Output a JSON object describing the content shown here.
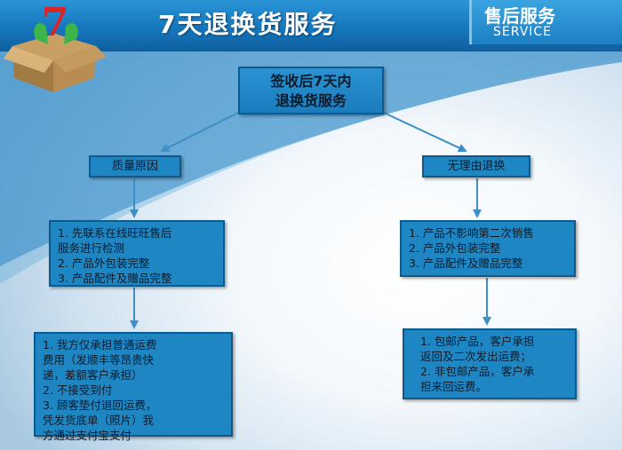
{
  "header": {
    "title": "7天退换货服务",
    "service_cn": "售后服务",
    "service_en": "SERVICE"
  },
  "logo": {
    "icon": "box-7-logo",
    "digit": "7"
  },
  "top_box": {
    "lines": [
      "签收后7天内",
      "退换货服务"
    ]
  },
  "quality": {
    "title": "质量原因",
    "steps": [
      "1. 先联系在线旺旺售后",
      "服务进行检测",
      "2. 产品外包装完整",
      "3. 产品配件及赠品完整"
    ],
    "shipping": [
      "1. 我方仅承担普通运费",
      "费用（发顺丰等昂贵快",
      "递，差额客户承担）",
      "2. 不接受到付",
      "3. 顾客垫付退回运费，",
      "凭发货底单（照片）我",
      "方通过支付宝支付"
    ]
  },
  "no_reason": {
    "title": "无理由退换",
    "steps": [
      "1. 产品不影响第二次销售",
      "2. 产品外包装完整",
      "3. 产品配件及赠品完整"
    ],
    "shipping": [
      "1. 包邮产品，客户承担",
      "返回及二次发出运费；",
      "2. 非包邮产品，客户承",
      "担来回运费。"
    ]
  },
  "colors": {
    "box_fill": "#1f86c4",
    "header": "#1677bd",
    "arrow": "#3d8fc6"
  }
}
